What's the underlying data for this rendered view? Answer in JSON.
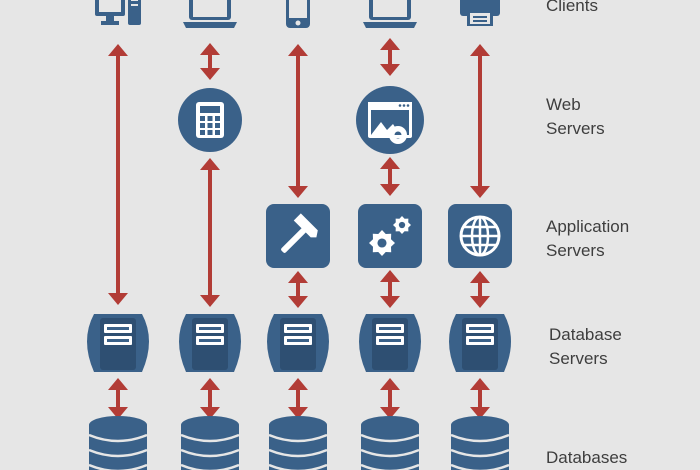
{
  "colors": {
    "background": "#e6e6e6",
    "icon": "#3a6189",
    "icon_dark": "#2e4f72",
    "arrow": "#b23c36",
    "text": "#3e3e3e"
  },
  "tiers": {
    "clients": {
      "line1": "Clients",
      "line2": ""
    },
    "web_servers": {
      "line1": "Web",
      "line2": "Servers"
    },
    "application_servers": {
      "line1": "Application",
      "line2": "Servers"
    },
    "database_servers": {
      "line1": "Database",
      "line2": "Servers"
    },
    "databases": {
      "line1": "Databases",
      "line2": ""
    }
  },
  "columns": [
    {
      "client": "desktop-computer-icon",
      "web": null,
      "app": null
    },
    {
      "client": "laptop-icon",
      "web": "calculator-icon",
      "app": null
    },
    {
      "client": "smartphone-icon",
      "web": null,
      "app": "hammer-wrench-icon"
    },
    {
      "client": "laptop-icon",
      "web": "browser-window-gear-icon",
      "app": "gears-icon"
    },
    {
      "client": "printer-icon",
      "web": null,
      "app": "globe-icon"
    }
  ]
}
